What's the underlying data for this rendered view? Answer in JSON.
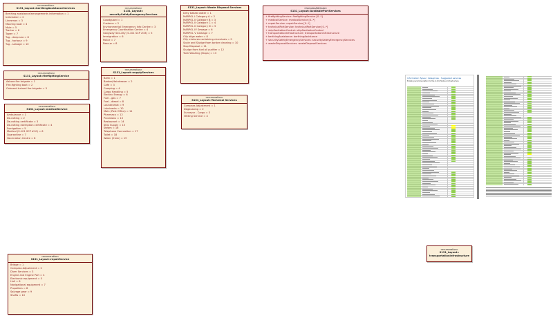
{
  "boxes": {
    "berthing": {
      "stereotype": "«enumeration»",
      "name": "S131_Layout::berthingAssistanceServices",
      "items": [
        "Berthing assistance/arrangements information = 1",
        "Icebreaker = 2",
        "Linesman = 3",
        "Mooring boat = 4",
        "Mule = 5",
        "Tractor = 6",
        "Tower = 7",
        "Tug - deep sea = 8",
        "Tug - harbour = 9",
        "Tug - salvage = 10"
      ]
    },
    "firefighting": {
      "stereotype": "«enumeration»",
      "name": "S131_Layout::firefightingService",
      "items": [
        "Ashore fire brigade = 1",
        "Fire-fighting boat = 2",
        "Onboard trained fire brigade = 3"
      ]
    },
    "medical": {
      "stereotype": "«enumeration»",
      "name": "S131_Layout::medicalService",
      "items": [
        "Ambulance = 1",
        "De-ratting = 2",
        "De-ratting certificate = 3",
        "De-ratting exemption certificate = 4",
        "Fumigation = 5",
        "Medical (S-101 SCP #10) = 6",
        "Quarantine = 7",
        "Vaccination Centre = 8"
      ]
    },
    "security": {
      "stereotype": "«enumeration»",
      "name": "S131_Layout::",
      "name2": "securitySafetyEmergencyServices",
      "items": [
        "Coastguard = 1",
        "Customs = 2",
        "Environmental Emergency Info Centre = 3",
        "Emergency Coordination Centre = 4",
        "Gangway Security (S-101 SCP #33) = 5",
        "Immigration = 6",
        "Police = 7",
        "Rescue = 8"
      ]
    },
    "supply": {
      "stereotype": "«enumeration»",
      "name": "S131_Layout::supplyServices",
      "items": [
        "Bank = 1",
        "Barber/Hairdresser = 2",
        "Cafe = 3",
        "Camping = 4",
        "Cargo Handling = 5",
        "Electric Energy = 6",
        "Fuel - gas = 7",
        "Fuel - diesel = 8",
        "Laundromat = 9",
        "Lubricants = 10",
        "Main (Post Office) = 11",
        "Pharmacy = 12",
        "Provisions = 13",
        "Restaurant = 14",
        "Ship Supply = 15",
        "Steam = 16",
        "Telephone Connection = 17",
        "Toilet = 18",
        "Water (fresh) = 19"
      ]
    },
    "waste": {
      "stereotype": "",
      "name": "S131_Layout::Waste Disposal Services",
      "items": [
        "Dirty ballast water = 1",
        "MARPOL I Category A = 2",
        "MARPOL II Category B = 3",
        "MARPOL II Category C = 4",
        "MARPOL II Category D = 5",
        "MARPOL IV Sewage = 6",
        "MARPOL V Garbage = 7",
        "Oily bilge water = 8",
        "Oily mixtures containing chemicals = 9",
        "Scale and Sludge from tanker cleaning = 10",
        "Slop Disposal = 11",
        "Sludge from fuel oil purifier = 12",
        "Tank Washing (Slops) = 13"
      ]
    },
    "technical": {
      "stereotype": "«enumeration»",
      "name": "S131_Layout::Technical Services",
      "items": [
        "Compass Adjustment = 1",
        "Degaussing = 2",
        "Surveyor - Cargo = 3",
        "Vetting Service = 4"
      ]
    },
    "available": {
      "stereotype": "«ComplexAttribute»",
      "name": "S131_Layout::availablePortServices",
      "items": [
        "firefightingService: firefightingService [0..*]",
        "medicalService: medicalService [0..*]",
        "repairService: repairService [0..*]",
        "technicalPortService: technicalPortService [0..*]",
        "shipSanitationControl: shipSanitationControl",
        "transportationInfrastructure: transportationInfrastructure",
        "berthingAssistance: berthingAssistance",
        "securitySafetyEmergencyServices: securitySafetyEmergencyServices",
        "wasteDisposalServices: wasteDisposalServices"
      ]
    },
    "repair": {
      "stereotype": "«enumeration»",
      "name": "S131_Layout::repairService",
      "items": [
        "Bridge = 1",
        "Compass Adjustment = 2",
        "Diver Services = 3",
        "Engine and Engine Part = 4",
        "Electronic equipment = 5",
        "Hull = 6",
        "Navigational equipment = 7",
        "Propellers = 8",
        "Salvage gear = 9",
        "Shafts = 10"
      ]
    },
    "transport": {
      "stereotype": "«enumeration»",
      "name": "S131_Layout::",
      "name2": "transportationInfrastructure",
      "items": []
    }
  },
  "thumbnail": {
    "title": "Information Types / Categories - Suggested services",
    "subtitle": "Existing recommendation for the S-131 Harbour Infrastructure"
  },
  "colors": {
    "border": "#7a1010",
    "enum_bg": "#fbefd9",
    "complex_bg": "#fde0e0",
    "item_text": "#8b1a1a",
    "table_green": "#92d050",
    "table_yellow": "#ffff00"
  }
}
